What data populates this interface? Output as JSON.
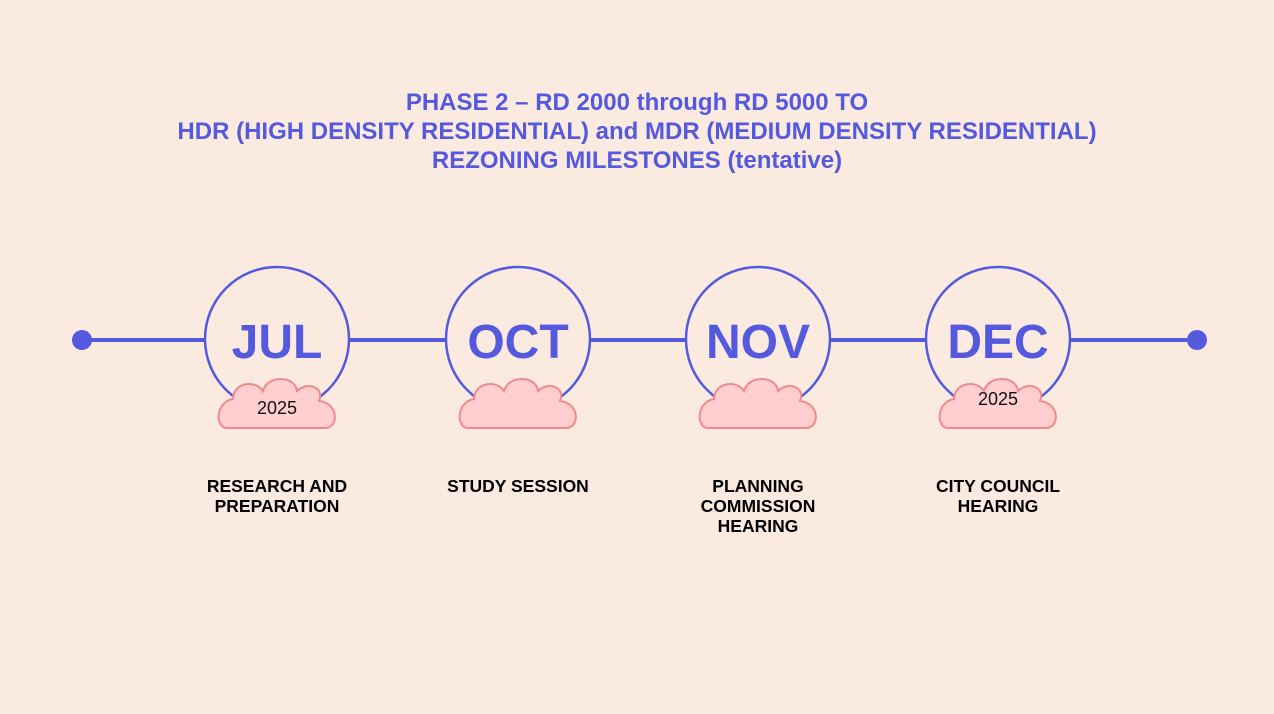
{
  "header": {
    "line1": "PHASE 2 – RD 2000 through RD 5000 TO",
    "line2": "HDR (HIGH DENSITY RESIDENTIAL) and MDR (MEDIUM DENSITY RESIDENTIAL)",
    "line3": "REZONING MILESTONES (tentative)"
  },
  "colors": {
    "accent": "#5459de",
    "cloud_fill": "#ffcfcf",
    "cloud_stroke": "#f08a8a",
    "background": "#faeae0"
  },
  "milestones": [
    {
      "month": "JUL",
      "year": "2025",
      "label_lines": [
        "RESEARCH AND",
        "PREPARATION"
      ]
    },
    {
      "month": "OCT",
      "year": "",
      "label_lines": [
        "STUDY SESSION"
      ]
    },
    {
      "month": "NOV",
      "year": "",
      "label_lines": [
        "PLANNING",
        "COMMISSION",
        "HEARING"
      ]
    },
    {
      "month": "DEC",
      "year": "2025",
      "label_lines": [
        "CITY COUNCIL",
        "HEARING"
      ]
    }
  ]
}
